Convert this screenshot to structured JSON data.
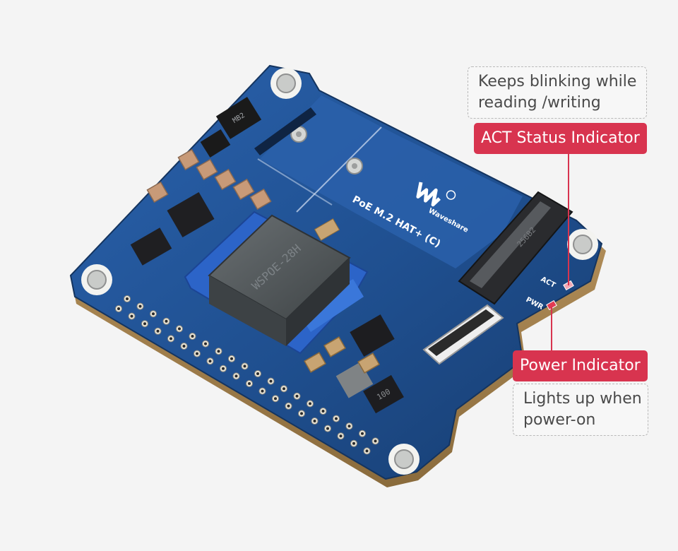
{
  "board": {
    "brand_name": "Waveshare",
    "product_name": "PoE M.2 HAT+ (C)",
    "act_silk": "ACT",
    "pwr_silk": "PWR",
    "transformer_marking": "WSPOE-28H",
    "connector_marking": "256B2",
    "inductor_marking": "100",
    "chip_marking": "MB2",
    "colors": {
      "pcb": "#1f4f8f",
      "pcb_dark": "#173d70",
      "pcb_light": "#2a62ad",
      "transformer": "#555a5d",
      "transformer_base": "#2c64c8",
      "background": "#f4f4f4",
      "led_act": "#f1a7b4",
      "led_pwr": "#e23b52"
    }
  },
  "callouts": {
    "act": {
      "note_line1": "Keeps blinking while",
      "note_line2": "reading /writing",
      "label": "ACT Status Indicator"
    },
    "pwr": {
      "label": "Power Indicator",
      "note_line1": "Lights up when",
      "note_line2": "power-on"
    },
    "accent_color": "#d8344f"
  }
}
